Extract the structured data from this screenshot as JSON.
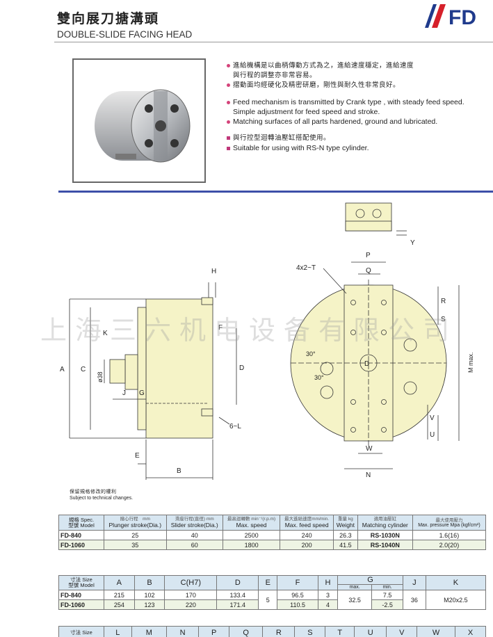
{
  "header": {
    "title_cn": "雙向展刀搪溝頭",
    "title_en": "DOUBLE-SLIDE FACING HEAD",
    "brand": "FD",
    "brand_color": "#1f3a8c",
    "accent_color": "#d6202a"
  },
  "notes": {
    "cn1": "進給機構是以曲柄傳動方式為之，進給速度穩定，進給速度",
    "cn1b": "與行程的調整亦非常容易。",
    "cn2": "摺動面均經硬化及精密研磨，剛性與耐久性非常良好。",
    "en1": "Feed mechanism is transmitted by Crank type , with steady feed speed.",
    "en1b": "Simple adjustment for feed speed and stroke.",
    "en2": "Matching surfaces of all parts hardened, ground and lubricated.",
    "cn3": "與行控型迴轉油壓缸搭配使用。",
    "en3": "Suitable for using with RS-N type cylinder."
  },
  "drawing": {
    "labels": {
      "H": "H",
      "A": "A",
      "C": "C",
      "K": "K",
      "d38": "ø38",
      "F": "F",
      "D": "D",
      "J": "J",
      "G": "G",
      "L6": "6~L",
      "E": "E",
      "B": "B",
      "T": "4x2~T",
      "P": "P",
      "Q": "Q",
      "R": "R",
      "S": "S",
      "Y": "Y",
      "ang1": "30°",
      "ang2": "30°",
      "Dc": "D",
      "M": "M max.",
      "V": "V",
      "U": "U",
      "W": "W",
      "N": "N"
    },
    "body_color": "#f5f3c7"
  },
  "watermark": "上海三六机电设备有限公司",
  "subject": {
    "cn": "保留規格修改的權利",
    "en": "Subject to technical changes."
  },
  "table1": {
    "h_model_a": "規格 Spec.",
    "h_model_b": "型號 Model",
    "h1_cn": "撥心行程　mm",
    "h1_en": "Plunger stroke(Dia.)",
    "h2_cn": "滑座行程(直徑) mm",
    "h2_en": "Slider stroke(Dia.)",
    "h3_cn": "最高迴轉數 min⁻¹(r.p.m)",
    "h3_en": "Max. speed",
    "h4_cn": "最大進給速度mm/min.",
    "h4_en": "Max. feed speed",
    "h5_cn": "重量 kg",
    "h5_en": "Weight",
    "h6_cn": "適用油壓缸",
    "h6_en": "Matching cylinder",
    "h7_cn": "最大使用壓力",
    "h7_en": "Max. pressure Mpa (kgf/cm²)",
    "rows": [
      [
        "FD-840",
        "25",
        "40",
        "2500",
        "240",
        "26.3",
        "RS-1030N",
        "1.6(16)"
      ],
      [
        "FD-1060",
        "35",
        "60",
        "1800",
        "200",
        "41.5",
        "RS-1040N",
        "2.0(20)"
      ]
    ]
  },
  "table2": {
    "h_model_a": "寸法 Size",
    "h_model_b": "型號 Model",
    "cols": [
      "A",
      "B",
      "C(H7)",
      "D",
      "E",
      "F",
      "H",
      "G",
      "J",
      "K"
    ],
    "g_max": "max.",
    "g_min": "min.",
    "rows": [
      [
        "FD-840",
        "215",
        "102",
        "170",
        "133.4",
        "5",
        "96.5",
        "3",
        "32.5",
        "7.5",
        "36",
        "M20x2.5"
      ],
      [
        "FD-1060",
        "254",
        "123",
        "220",
        "171.4",
        "",
        "110.5",
        "4",
        "",
        "-2.5",
        "",
        ""
      ]
    ]
  },
  "table3": {
    "h_model_a": "寸法 Size",
    "cols": [
      "L",
      "M",
      "N",
      "P",
      "Q",
      "R",
      "S",
      "T",
      "U",
      "V",
      "W",
      "X"
    ]
  }
}
